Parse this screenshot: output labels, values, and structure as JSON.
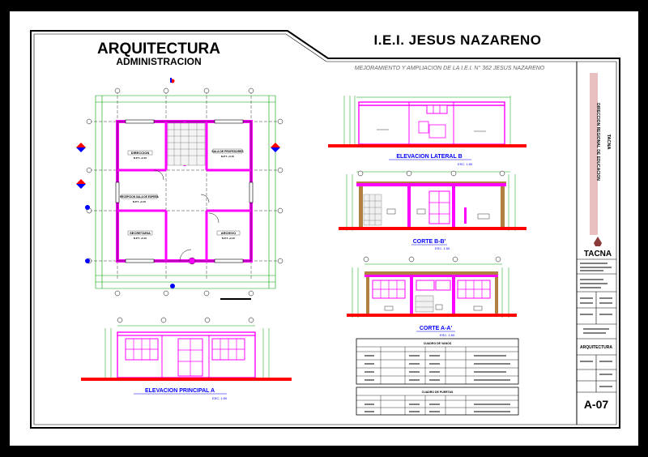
{
  "title_block": {
    "main_title": "ARQUITECTURA",
    "main_subtitle": "ADMINISTRACION",
    "school_title": "I.E.I. JESUS NAZARENO",
    "project_caption": "MEJORAMIENTO Y AMPLIACION DE LA I.E.I. N° 362 JESUS NAZARENO",
    "institution": "DIRECCION REGIONAL DE EDUCACION",
    "region": "TACNA",
    "logo_text": "TACNA",
    "sheet_label": "ARQUITECTURA",
    "sheet_number": "A-07"
  },
  "drawings": {
    "plan": {
      "rooms": [
        {
          "name": "DIRECCION",
          "sub": "N.P.T. +0.15"
        },
        {
          "name": "SALA DE PROFESORES",
          "sub": "N.P.T. +0.15"
        },
        {
          "name": "SECRETARIA",
          "sub": "N.P.T. +0.15"
        },
        {
          "name": "ARCHIVO",
          "sub": "N.P.T. +0.15"
        },
        {
          "name": "RECEPCION SALA DE ESPERA",
          "sub": "N.P.T. +0.15"
        }
      ]
    },
    "elevation_lateral": {
      "title": "ELEVACION LATERAL B",
      "scale": "ESC. 1:50"
    },
    "section_b": {
      "title": "CORTE B-B'",
      "scale": "ESC. 1:50"
    },
    "section_a": {
      "title": "CORTE A-A'",
      "scale": "ESC. 1:50"
    },
    "elevation_main": {
      "title": "ELEVACION PRINCIPAL A",
      "scale": "ESC. 1:50"
    }
  },
  "tables": {
    "windows": {
      "title": "CUADRO DE VANOS",
      "rows": 4
    },
    "doors": {
      "title": "CUADRO DE PUERTAS",
      "rows": 2
    }
  },
  "colors": {
    "background": "#000000",
    "sheet": "#ffffff",
    "wall": "#ff00ff",
    "ground": "#ff0000",
    "dimension": "#00a000",
    "annotation": "#0000ff",
    "title_strip": "#e8c0c0"
  }
}
